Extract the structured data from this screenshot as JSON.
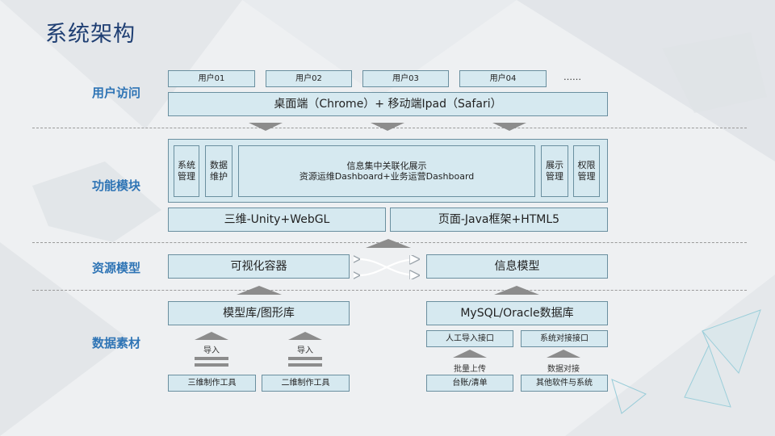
{
  "title": "系统架构",
  "layers": {
    "user": "用户访问",
    "function": "功能模块",
    "resource": "资源模型",
    "data": "数据素材"
  },
  "users": [
    "用户01",
    "用户02",
    "用户03",
    "用户04"
  ],
  "users_more": "……",
  "client_bar": "桌面端（Chrome）+ 移动端Ipad（Safari）",
  "function": {
    "sys_mgmt": "系统管理",
    "data_maint": "数据维护",
    "center_line1": "信息集中关联化展示",
    "center_line2": "资源运维Dashboard+业务运营Dashboard",
    "display_mgmt": "展示管理",
    "perm_mgmt": "权限管理",
    "threeD": "三维-Unity+WebGL",
    "page": "页面-Java框架+HTML5"
  },
  "resource": {
    "viz_container": "可视化容器",
    "info_model": "信息模型"
  },
  "data": {
    "model_lib": "模型库/图形库",
    "db": "MySQL/Oracle数据库",
    "import_label": "导入",
    "tool_3d": "三维制作工具",
    "tool_2d": "二维制作工具",
    "manual_import": "人工导入接口",
    "sys_interface": "系统对接接口",
    "batch_upload": "批量上传",
    "data_connect": "数据对接",
    "ledger": "台账/清单",
    "other_sw": "其他软件与系统"
  },
  "colors": {
    "title": "#1f3f73",
    "layer_label": "#2e74b5",
    "box_fill": "#d6e9f0",
    "box_border": "#6a8f9f",
    "arrow": "#8c8c8c"
  }
}
